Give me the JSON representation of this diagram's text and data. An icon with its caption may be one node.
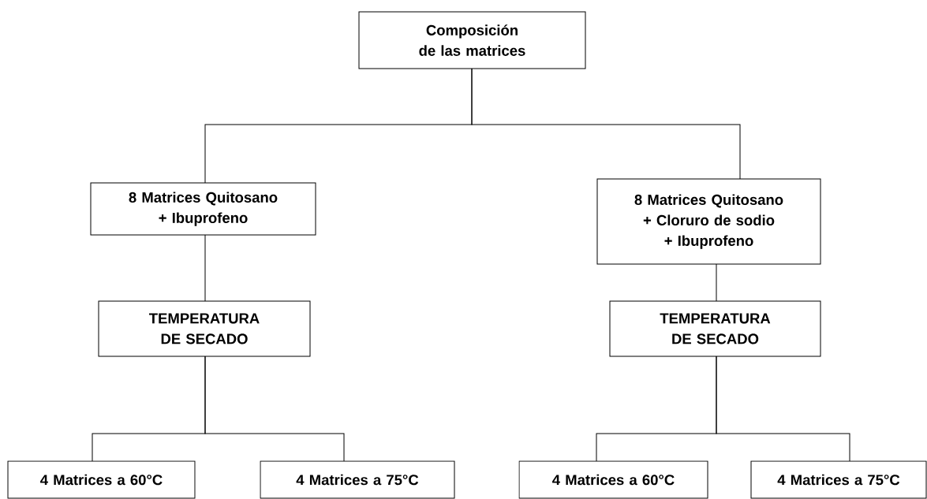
{
  "diagram": {
    "nodes": [
      {
        "text": [
          "Composición de las matrices"
        ]
      },
      {
        "text": [
          "8 Matrices Quitosano + Ibuprofeno"
        ]
      },
      {
        "text": [
          "8 Matrices Quitosano + Cloruro de sodio + Ibuprofeno"
        ]
      },
      {
        "text": [
          "TEMPERATURA DE SECADO"
        ]
      },
      {
        "text": [
          "TEMPERATURA DE SECADO"
        ]
      },
      {
        "text": [
          "4 Matrices a 60°C"
        ]
      },
      {
        "text": [
          "4 Matrices a 75°C"
        ]
      },
      {
        "text": [
          "4 Matrices a 60°C"
        ]
      },
      {
        "text": [
          "4 Matrices a 75°C"
        ]
      }
    ],
    "edges": [
      {
        "from": 0,
        "to": 1,
        "arrow": "none"
      },
      {
        "from": 0,
        "to": 2,
        "arrow": "none"
      },
      {
        "from": 1,
        "to": 3,
        "arrow": "none"
      },
      {
        "from": 2,
        "to": 4,
        "arrow": "none"
      },
      {
        "from": 3,
        "to": 5,
        "arrow": "none"
      },
      {
        "from": 3,
        "to": 6,
        "arrow": "none"
      },
      {
        "from": 4,
        "to": 7,
        "arrow": "none"
      },
      {
        "from": 4,
        "to": 8,
        "arrow": "none"
      }
    ]
  }
}
